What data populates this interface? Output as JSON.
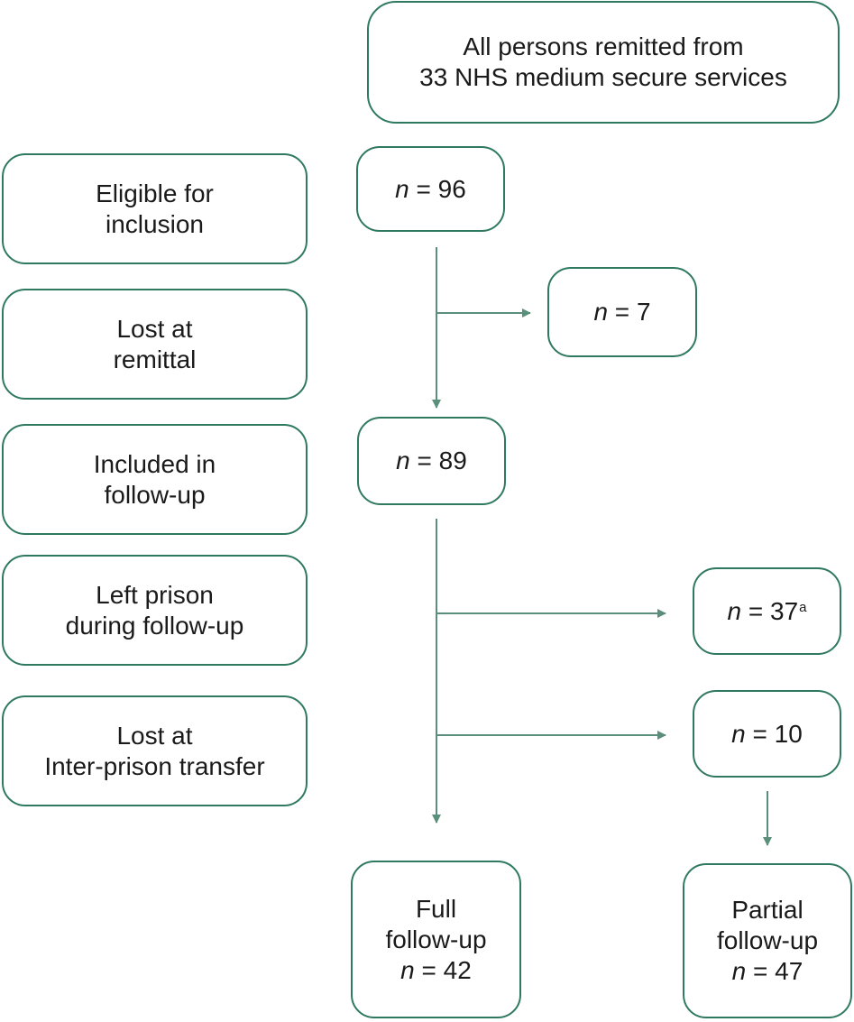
{
  "colors": {
    "border": "#2f7a5e",
    "arrow": "#5a8f7b",
    "text": "#1a1a1a"
  },
  "top_box": {
    "line1": "All persons remitted from",
    "line2": "33 NHS medium secure services"
  },
  "stages": [
    {
      "line1": "Eligible for",
      "line2": "inclusion"
    },
    {
      "line1": "Lost at",
      "line2": "remittal"
    },
    {
      "line1": "Included in",
      "line2": "follow-up"
    },
    {
      "line1": "Left prison",
      "line2": "during follow-up"
    },
    {
      "line1": "Lost at",
      "line2": "Inter-prison transfer"
    }
  ],
  "counts": {
    "n_label": "n",
    "eq": " = ",
    "eligible": "96",
    "lost_remittal": "7",
    "included": "89",
    "left_prison": "37",
    "left_prison_footnote": "a",
    "lost_transfer": "10"
  },
  "outcomes": {
    "full": {
      "line1": "Full",
      "line2": "follow-up",
      "n": "42"
    },
    "partial": {
      "line1": "Partial",
      "line2": "follow-up",
      "n": "47"
    }
  }
}
